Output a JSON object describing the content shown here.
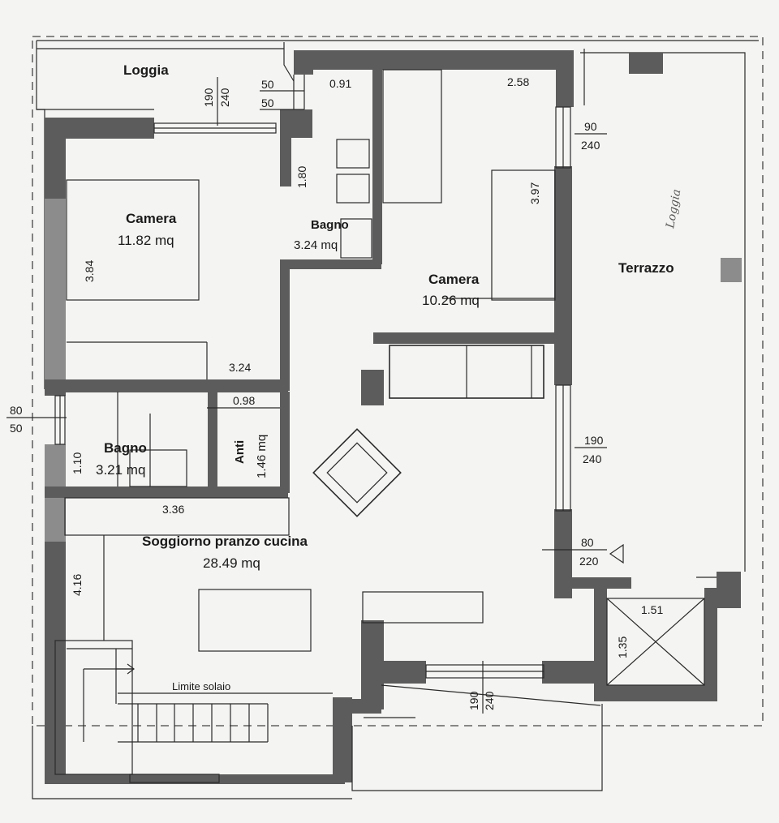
{
  "rooms": {
    "loggia": "Loggia",
    "camera_left": "Camera",
    "camera_left_area": "11.82  mq",
    "bagno_top": "Bagno",
    "bagno_top_area": "3.24  mq",
    "camera_right": "Camera",
    "camera_right_area": "10.26  mq",
    "terrazzo": "Terrazzo",
    "bagno_bottom": "Bagno",
    "bagno_bottom_area": "3.21  mq",
    "anti": "Anti",
    "anti_area": "1.46  mq",
    "soggiorno": "Soggiorno pranzo cucina",
    "soggiorno_area": "28.49  mq",
    "limite": "Limite solaio"
  },
  "handwritten": "Loggia",
  "dimensions": {
    "d_loggia_window_top": "190",
    "d_loggia_window_bottom": "240",
    "d_50_top": "50",
    "d_50_bottom": "50",
    "d_091": "0.91",
    "d_258": "2.58",
    "d_180": "1.80",
    "d_397": "3.97",
    "d_90": "90",
    "d_90_240": "240",
    "d_384": "3.84",
    "d_324": "3.24",
    "d_80_left": "80",
    "d_50_left": "50",
    "d_098": "0.98",
    "d_110": "1.10",
    "d_190_right": "190",
    "d_240_right": "240",
    "d_336": "3.36",
    "d_80_right": "80",
    "d_220_right": "220",
    "d_416": "4.16",
    "d_151": "1.51",
    "d_135": "1.35",
    "d_190_bottom": "190",
    "d_240_bottom": "240"
  }
}
